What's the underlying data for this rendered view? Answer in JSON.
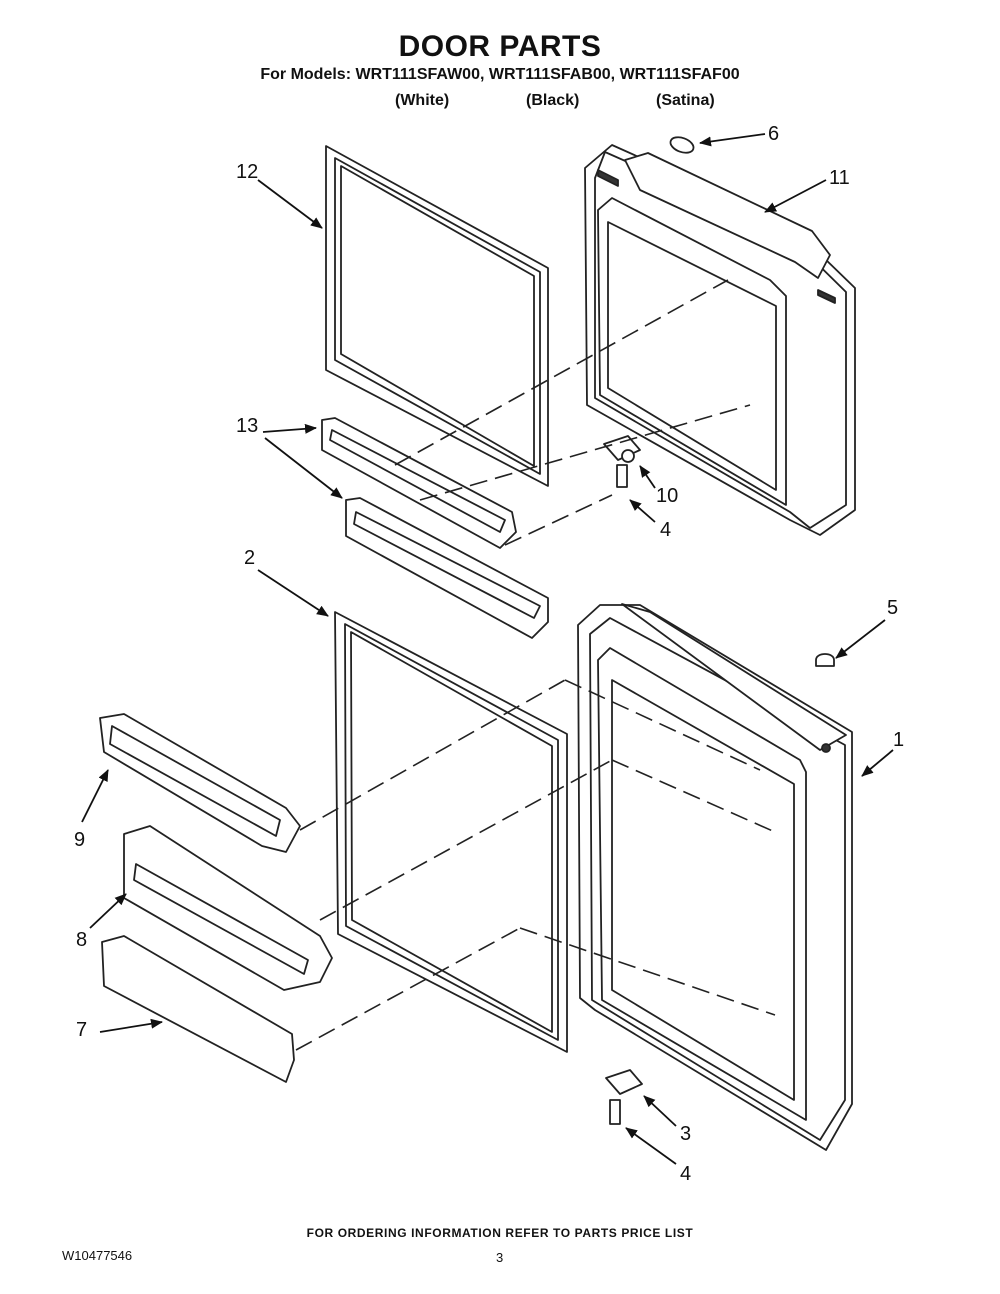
{
  "title": "DOOR PARTS",
  "models_line": "For Models: WRT111SFAW00, WRT111SFAB00, WRT111SFAF00",
  "variants": [
    "(White)",
    "(Black)",
    "(Satina)"
  ],
  "callouts": [
    "1",
    "2",
    "3",
    "4",
    "4",
    "5",
    "6",
    "7",
    "8",
    "9",
    "10",
    "11",
    "12",
    "13"
  ],
  "footer": "FOR ORDERING INFORMATION REFER TO PARTS PRICE LIST",
  "document_number": "W10477546",
  "page_number": "3"
}
